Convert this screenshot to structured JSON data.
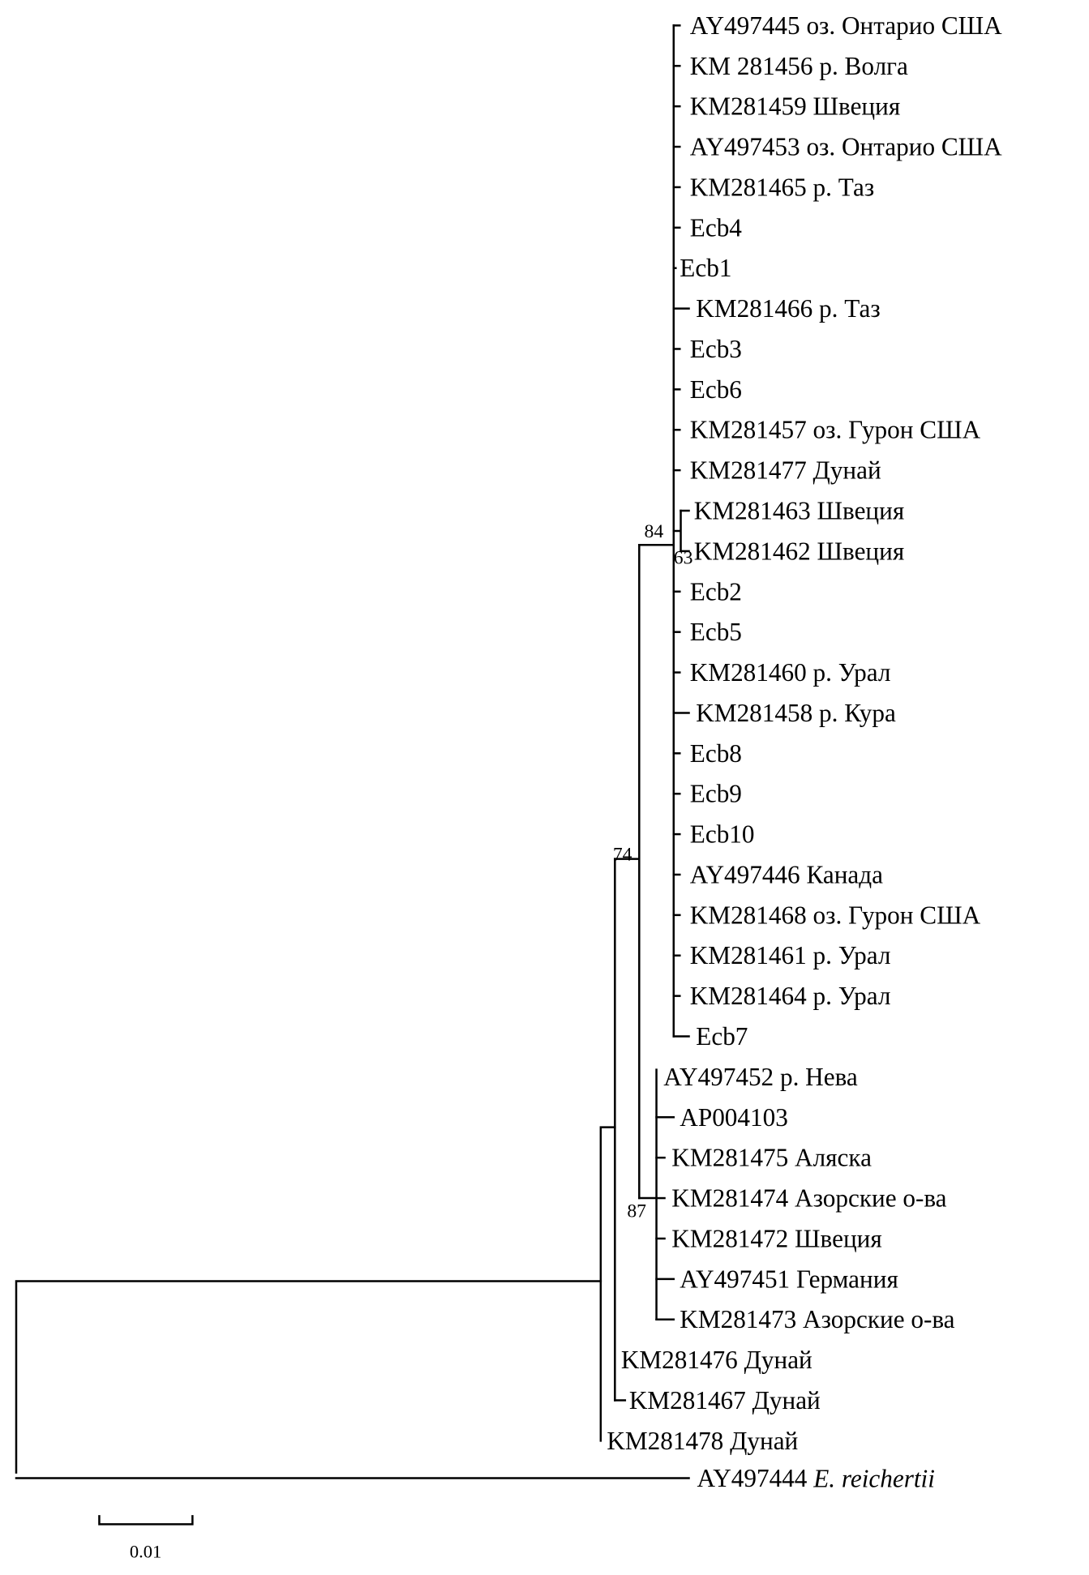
{
  "leaves": [
    {
      "id": "AY497445",
      "text": "AY497445 оз. Онтарио США"
    },
    {
      "id": "KM281456",
      "text": "KM 281456 р. Волга"
    },
    {
      "id": "KM281459",
      "text": "KM281459 Швеция"
    },
    {
      "id": "AY497453",
      "text": "AY497453 оз. Онтарио США"
    },
    {
      "id": "KM281465",
      "text": "KM281465 р. Таз"
    },
    {
      "id": "Ecb4",
      "text": "Ecb4"
    },
    {
      "id": "Ecb1",
      "text": "Ecb1"
    },
    {
      "id": "KM281466",
      "text": "KM281466 р. Таз"
    },
    {
      "id": "Ecb3",
      "text": "Ecb3"
    },
    {
      "id": "Ecb6",
      "text": "Ecb6"
    },
    {
      "id": "KM281457",
      "text": "KM281457 оз. Гурон США"
    },
    {
      "id": "KM281477",
      "text": "KM281477 Дунай"
    },
    {
      "id": "KM281463",
      "text": "KM281463 Швеция"
    },
    {
      "id": "KM281462",
      "text": "KM281462  Швеция"
    },
    {
      "id": "Ecb2",
      "text": "Ecb2"
    },
    {
      "id": "Ecb5",
      "text": "Ecb5"
    },
    {
      "id": "KM281460",
      "text": "KM281460 р. Урал"
    },
    {
      "id": "KM281458",
      "text": "KM281458 р. Кура"
    },
    {
      "id": "Ecb8",
      "text": "Ecb8"
    },
    {
      "id": "Ecb9",
      "text": "Ecb9"
    },
    {
      "id": "Ecb10",
      "text": "Ecb10"
    },
    {
      "id": "AY497446",
      "text": "AY497446 Канада"
    },
    {
      "id": "KM281468",
      "text": "KM281468 оз. Гурон США"
    },
    {
      "id": "KM281461",
      "text": "KM281461 р. Урал"
    },
    {
      "id": "KM281464",
      "text": "KM281464 р. Урал"
    },
    {
      "id": "Ecb7",
      "text": "Ecb7"
    },
    {
      "id": "AY497452",
      "text": "AY497452 р. Нева"
    },
    {
      "id": "AP004103",
      "text": "AP004103"
    },
    {
      "id": "KM281475",
      "text": "KM281475 Аляска"
    },
    {
      "id": "KM281474",
      "text": "KM281474 Азорские о-ва"
    },
    {
      "id": "KM281472",
      "text": "KM281472  Швеция"
    },
    {
      "id": "AY497451",
      "text": "AY497451 Германия"
    },
    {
      "id": "KM281473",
      "text": "KM281473 Азорские о-ва"
    },
    {
      "id": "KM281476",
      "text": "KM281476 Дунай"
    },
    {
      "id": "KM281467",
      "text": "KM281467 Дунай"
    },
    {
      "id": "KM281478",
      "text": "KM281478 Дунай"
    },
    {
      "id": "AY497444",
      "text": "AY497444 ",
      "italic": "E. reichertii"
    }
  ],
  "bootstrap": {
    "n84": "84",
    "n63": "63",
    "n74": "74",
    "n87": "87"
  },
  "scale_bar": {
    "label": "0.01",
    "value": 0.01
  }
}
